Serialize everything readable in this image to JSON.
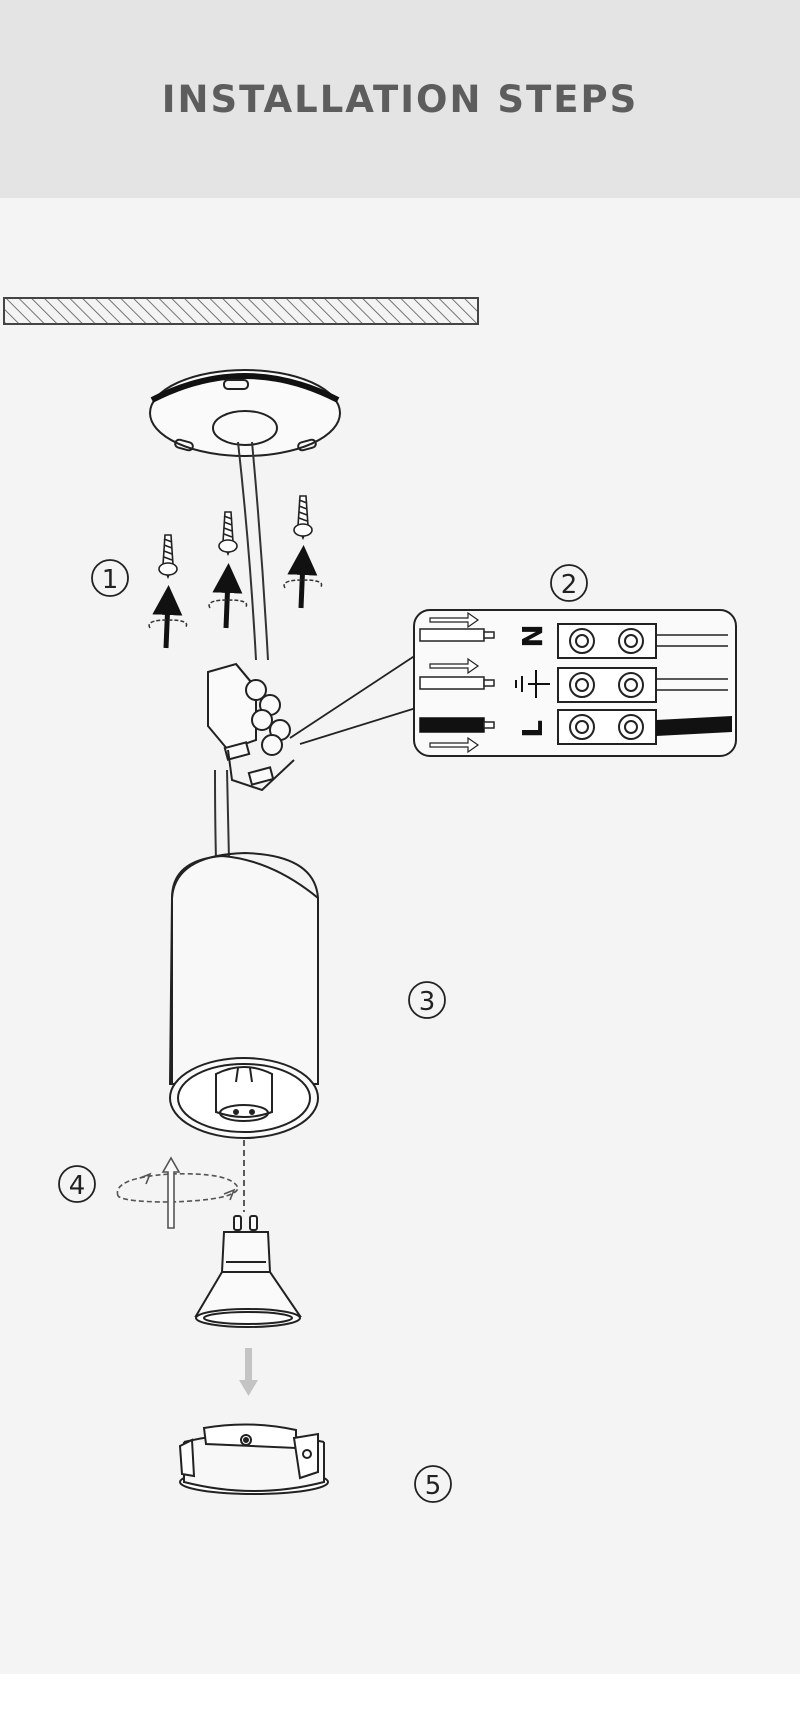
{
  "header": {
    "title": "INSTALLATION STEPS"
  },
  "steps": [
    {
      "number": "1"
    },
    {
      "number": "2"
    },
    {
      "number": "3"
    },
    {
      "number": "4"
    },
    {
      "number": "5"
    }
  ],
  "terminal": {
    "labels": [
      "N",
      "⏚",
      "L"
    ]
  }
}
